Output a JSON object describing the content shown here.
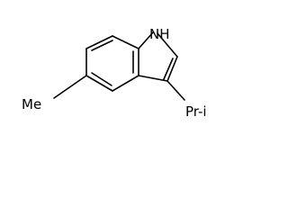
{
  "molecule": {
    "labels": {
      "nh": "NH",
      "methyl": "Me",
      "isopropyl": "Pr-i"
    },
    "colors": {
      "background": "#ffffff",
      "ink": "#000000"
    }
  }
}
